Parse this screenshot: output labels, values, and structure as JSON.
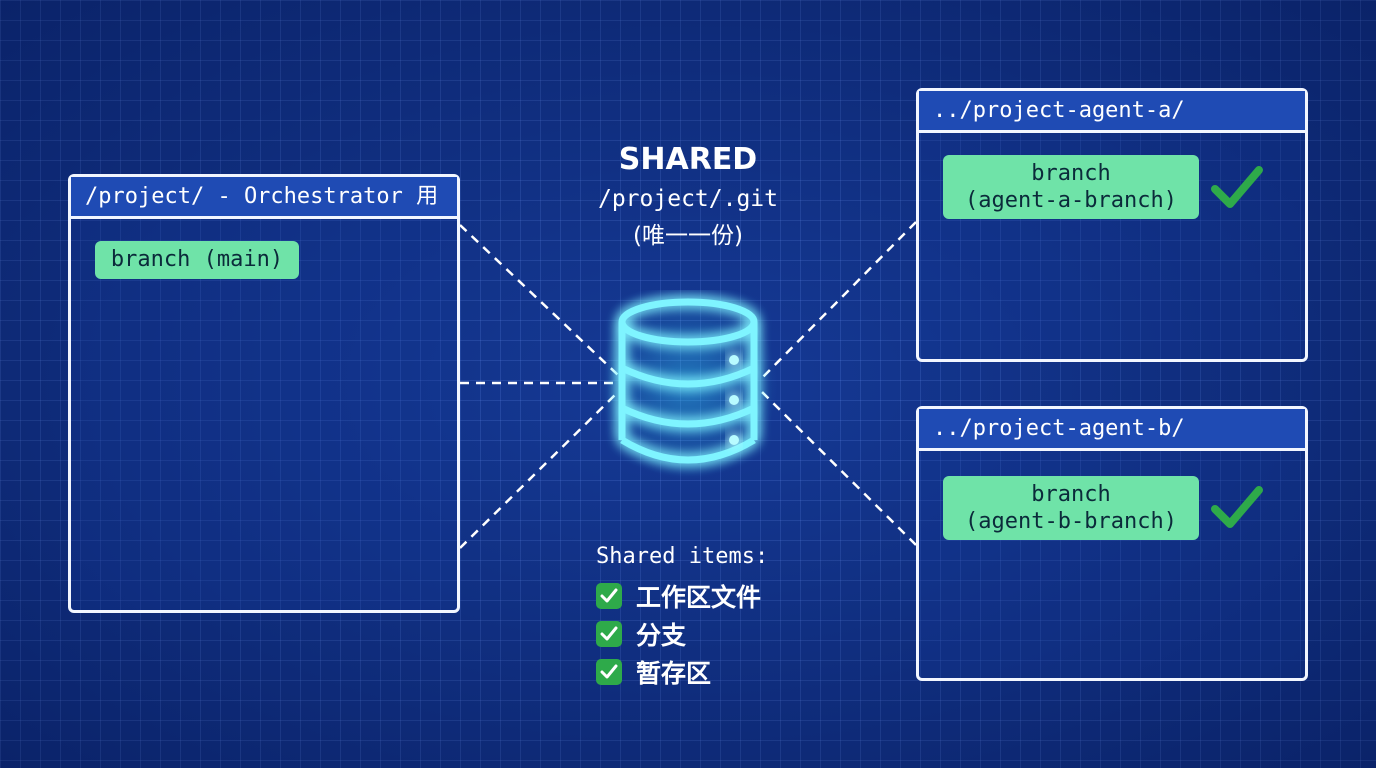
{
  "orchestrator": {
    "header": "/project/ - Orchestrator 用",
    "branch": "branch (main)"
  },
  "agent_a": {
    "header": "../project-agent-a/",
    "branch_line1": "branch",
    "branch_line2": "(agent-a-branch)",
    "status_icon": "check-icon"
  },
  "agent_b": {
    "header": "../project-agent-b/",
    "branch_line1": "branch",
    "branch_line2": "(agent-b-branch)",
    "status_icon": "check-icon"
  },
  "center": {
    "title": "SHARED",
    "path": "/project/.git",
    "note": "(唯一一份)",
    "icon": "database-icon"
  },
  "shared_items": {
    "title": "Shared items:",
    "items": [
      "工作区文件",
      "分支",
      "暂存区"
    ]
  },
  "colors": {
    "background": "#0f2f86",
    "panel_header": "#1f4bb4",
    "pill": "#6fe3a8",
    "check": "#2eaa4a",
    "glow": "#38e8ff"
  }
}
